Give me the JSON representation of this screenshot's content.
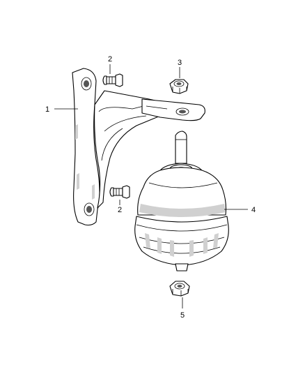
{
  "diagram": {
    "callouts": [
      {
        "id": "bracket",
        "label": "1"
      },
      {
        "id": "bolt-upper",
        "label": "2"
      },
      {
        "id": "bolt-lower",
        "label": "2"
      },
      {
        "id": "nut-upper",
        "label": "3"
      },
      {
        "id": "mount",
        "label": "4"
      },
      {
        "id": "nut-lower",
        "label": "5"
      }
    ]
  }
}
